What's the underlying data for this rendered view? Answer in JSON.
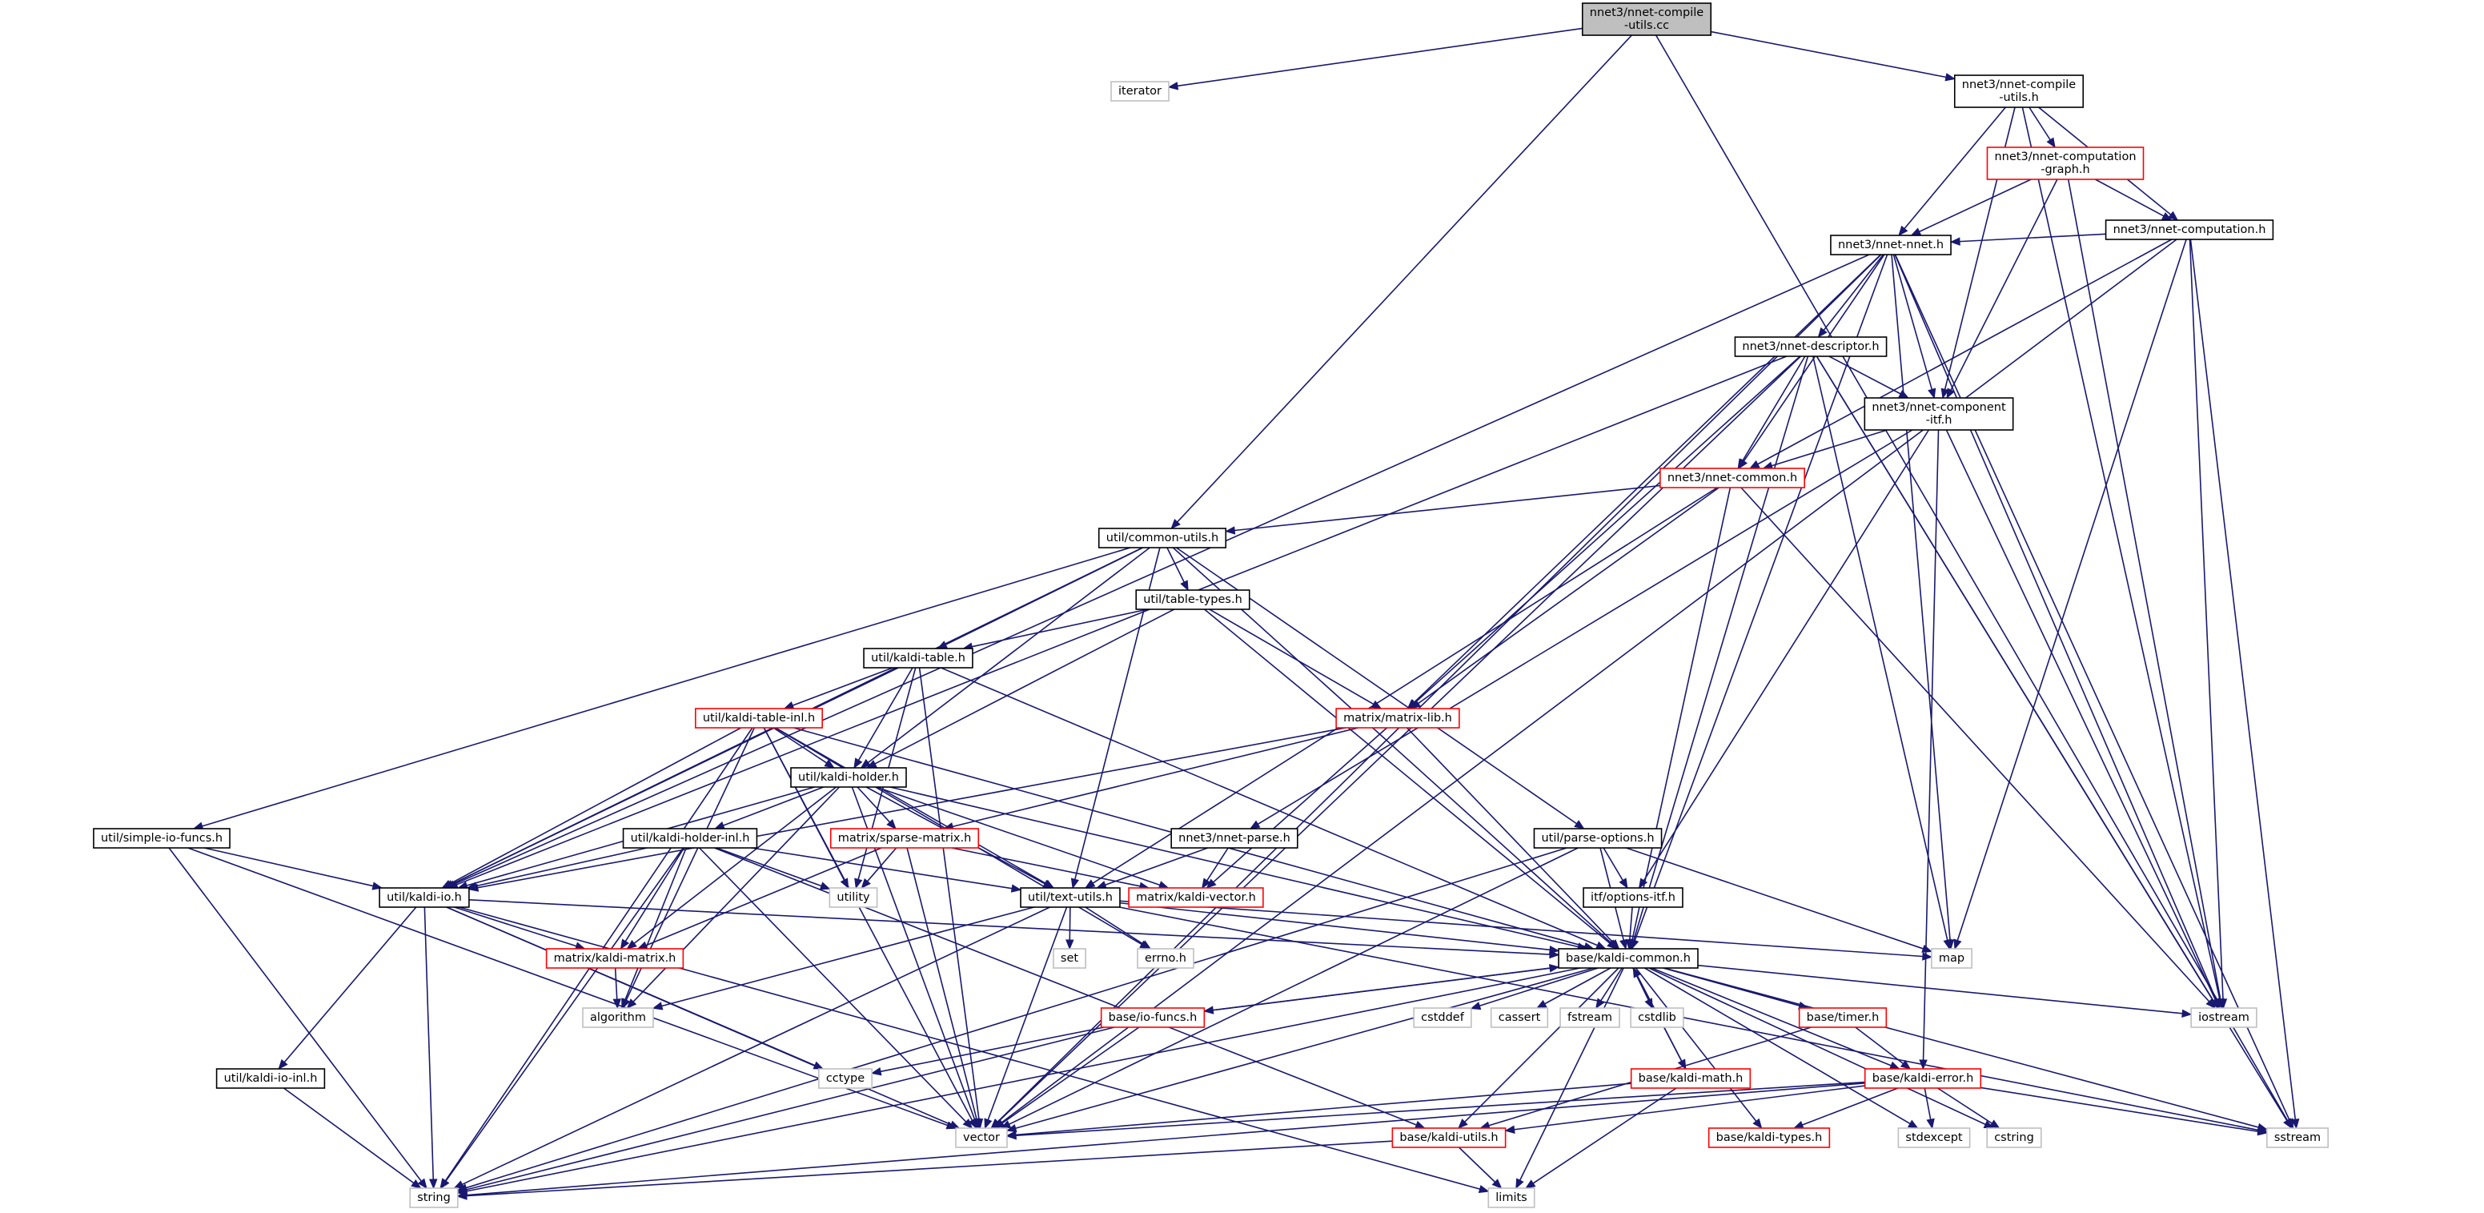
{
  "diagram": {
    "colors": {
      "edge": "#191970",
      "root_fill": "#bfbfbf",
      "root_border": "#000000",
      "normal_border": "#000000",
      "truncated_border": "#ff0000",
      "external_border": "#bfbfbf"
    },
    "nodes": [
      {
        "id": "root",
        "lines": [
          "nnet3/nnet-compile",
          "-utils.cc"
        ],
        "kind": "root"
      },
      {
        "id": "iterator",
        "lines": [
          "iterator"
        ],
        "kind": "external"
      },
      {
        "id": "ncu_h",
        "lines": [
          "nnet3/nnet-compile",
          "-utils.h"
        ],
        "kind": "normal"
      },
      {
        "id": "ncg_h",
        "lines": [
          "nnet3/nnet-computation",
          "-graph.h"
        ],
        "kind": "truncated"
      },
      {
        "id": "ncomp_h",
        "lines": [
          "nnet3/nnet-computation.h"
        ],
        "kind": "normal"
      },
      {
        "id": "nnet_h",
        "lines": [
          "nnet3/nnet-nnet.h"
        ],
        "kind": "normal"
      },
      {
        "id": "ndesc_h",
        "lines": [
          "nnet3/nnet-descriptor.h"
        ],
        "kind": "normal"
      },
      {
        "id": "ncitf_h",
        "lines": [
          "nnet3/nnet-component",
          "-itf.h"
        ],
        "kind": "normal"
      },
      {
        "id": "ncommon_h",
        "lines": [
          "nnet3/nnet-common.h"
        ],
        "kind": "truncated"
      },
      {
        "id": "cu_h",
        "lines": [
          "util/common-utils.h"
        ],
        "kind": "normal"
      },
      {
        "id": "tt_h",
        "lines": [
          "util/table-types.h"
        ],
        "kind": "normal"
      },
      {
        "id": "kt_h",
        "lines": [
          "util/kaldi-table.h"
        ],
        "kind": "normal"
      },
      {
        "id": "mlib_h",
        "lines": [
          "matrix/matrix-lib.h"
        ],
        "kind": "truncated"
      },
      {
        "id": "kti_h",
        "lines": [
          "util/kaldi-table-inl.h"
        ],
        "kind": "truncated"
      },
      {
        "id": "kh_h",
        "lines": [
          "util/kaldi-holder.h"
        ],
        "kind": "normal"
      },
      {
        "id": "sm_h",
        "lines": [
          "matrix/sparse-matrix.h"
        ],
        "kind": "truncated"
      },
      {
        "id": "nparse_h",
        "lines": [
          "nnet3/nnet-parse.h"
        ],
        "kind": "normal"
      },
      {
        "id": "po_h",
        "lines": [
          "util/parse-options.h"
        ],
        "kind": "normal"
      },
      {
        "id": "sif_h",
        "lines": [
          "util/simple-io-funcs.h"
        ],
        "kind": "normal"
      },
      {
        "id": "khi_h",
        "lines": [
          "util/kaldi-holder-inl.h"
        ],
        "kind": "normal"
      },
      {
        "id": "utility",
        "lines": [
          "utility"
        ],
        "kind": "external"
      },
      {
        "id": "mkv_h",
        "lines": [
          "matrix/kaldi-vector.h"
        ],
        "kind": "truncated"
      },
      {
        "id": "kio_h",
        "lines": [
          "util/kaldi-io.h"
        ],
        "kind": "normal"
      },
      {
        "id": "tu_h",
        "lines": [
          "util/text-utils.h"
        ],
        "kind": "normal"
      },
      {
        "id": "oitf_h",
        "lines": [
          "itf/options-itf.h"
        ],
        "kind": "normal"
      },
      {
        "id": "mkm_h",
        "lines": [
          "matrix/kaldi-matrix.h"
        ],
        "kind": "truncated"
      },
      {
        "id": "set",
        "lines": [
          "set"
        ],
        "kind": "external"
      },
      {
        "id": "errno_h",
        "lines": [
          "errno.h"
        ],
        "kind": "external"
      },
      {
        "id": "kc_h",
        "lines": [
          "base/kaldi-common.h"
        ],
        "kind": "normal"
      },
      {
        "id": "map",
        "lines": [
          "map"
        ],
        "kind": "external"
      },
      {
        "id": "algorithm",
        "lines": [
          "algorithm"
        ],
        "kind": "external"
      },
      {
        "id": "iof_h",
        "lines": [
          "base/io-funcs.h"
        ],
        "kind": "truncated"
      },
      {
        "id": "cstddef",
        "lines": [
          "cstddef"
        ],
        "kind": "external"
      },
      {
        "id": "cassert",
        "lines": [
          "cassert"
        ],
        "kind": "external"
      },
      {
        "id": "fstream",
        "lines": [
          "fstream"
        ],
        "kind": "external"
      },
      {
        "id": "cstdlib",
        "lines": [
          "cstdlib"
        ],
        "kind": "external"
      },
      {
        "id": "timer_h",
        "lines": [
          "base/timer.h"
        ],
        "kind": "truncated"
      },
      {
        "id": "iostream",
        "lines": [
          "iostream"
        ],
        "kind": "external"
      },
      {
        "id": "cctype",
        "lines": [
          "cctype"
        ],
        "kind": "external"
      },
      {
        "id": "kioi_h",
        "lines": [
          "util/kaldi-io-inl.h"
        ],
        "kind": "normal"
      },
      {
        "id": "kmath_h",
        "lines": [
          "base/kaldi-math.h"
        ],
        "kind": "truncated"
      },
      {
        "id": "kerr_h",
        "lines": [
          "base/kaldi-error.h"
        ],
        "kind": "truncated"
      },
      {
        "id": "vector",
        "lines": [
          "vector"
        ],
        "kind": "external"
      },
      {
        "id": "kutils_h",
        "lines": [
          "base/kaldi-utils.h"
        ],
        "kind": "truncated"
      },
      {
        "id": "ktypes_h",
        "lines": [
          "base/kaldi-types.h"
        ],
        "kind": "truncated"
      },
      {
        "id": "stdexcept",
        "lines": [
          "stdexcept"
        ],
        "kind": "external"
      },
      {
        "id": "cstring",
        "lines": [
          "cstring"
        ],
        "kind": "external"
      },
      {
        "id": "sstream",
        "lines": [
          "sstream"
        ],
        "kind": "external"
      },
      {
        "id": "string",
        "lines": [
          "string"
        ],
        "kind": "external"
      },
      {
        "id": "limits",
        "lines": [
          "limits"
        ],
        "kind": "external"
      }
    ],
    "edges": [
      [
        "root",
        "iterator"
      ],
      [
        "root",
        "cu_h"
      ],
      [
        "root",
        "ncu_h"
      ],
      [
        "root",
        "sstream"
      ],
      [
        "ncu_h",
        "ncg_h"
      ],
      [
        "ncu_h",
        "ncomp_h"
      ],
      [
        "ncu_h",
        "nnet_h"
      ],
      [
        "ncu_h",
        "ncitf_h"
      ],
      [
        "ncu_h",
        "iostream"
      ],
      [
        "ncg_h",
        "ncomp_h"
      ],
      [
        "ncg_h",
        "nnet_h"
      ],
      [
        "ncg_h",
        "ncitf_h"
      ],
      [
        "ncg_h",
        "iostream"
      ],
      [
        "ncomp_h",
        "nnet_h"
      ],
      [
        "ncomp_h",
        "ncommon_h"
      ],
      [
        "ncomp_h",
        "vector"
      ],
      [
        "ncomp_h",
        "map"
      ],
      [
        "ncomp_h",
        "iostream"
      ],
      [
        "ncomp_h",
        "sstream"
      ],
      [
        "nnet_h",
        "ndesc_h"
      ],
      [
        "nnet_h",
        "ncitf_h"
      ],
      [
        "nnet_h",
        "ncommon_h"
      ],
      [
        "nnet_h",
        "mlib_h"
      ],
      [
        "nnet_h",
        "kio_h"
      ],
      [
        "nnet_h",
        "kc_h"
      ],
      [
        "nnet_h",
        "map"
      ],
      [
        "nnet_h",
        "iostream"
      ],
      [
        "nnet_h",
        "sstream"
      ],
      [
        "nnet_h",
        "vector"
      ],
      [
        "ndesc_h",
        "ncitf_h"
      ],
      [
        "ndesc_h",
        "ncommon_h"
      ],
      [
        "ndesc_h",
        "mlib_h"
      ],
      [
        "ndesc_h",
        "kio_h"
      ],
      [
        "ndesc_h",
        "kc_h"
      ],
      [
        "ndesc_h",
        "vector"
      ],
      [
        "ndesc_h",
        "map"
      ],
      [
        "ndesc_h",
        "iostream"
      ],
      [
        "ndesc_h",
        "sstream"
      ],
      [
        "ncitf_h",
        "ncommon_h"
      ],
      [
        "ncitf_h",
        "nparse_h"
      ],
      [
        "ncitf_h",
        "oitf_h"
      ],
      [
        "ncitf_h",
        "kerr_h"
      ],
      [
        "ncitf_h",
        "iostream"
      ],
      [
        "ncommon_h",
        "cu_h"
      ],
      [
        "ncommon_h",
        "mlib_h"
      ],
      [
        "ncommon_h",
        "kc_h"
      ],
      [
        "ncommon_h",
        "tu_h"
      ],
      [
        "ncommon_h",
        "iostream"
      ],
      [
        "cu_h",
        "tt_h"
      ],
      [
        "cu_h",
        "kt_h"
      ],
      [
        "cu_h",
        "kh_h"
      ],
      [
        "cu_h",
        "kio_h"
      ],
      [
        "cu_h",
        "po_h"
      ],
      [
        "cu_h",
        "sif_h"
      ],
      [
        "cu_h",
        "tu_h"
      ],
      [
        "cu_h",
        "kc_h"
      ],
      [
        "tt_h",
        "kt_h"
      ],
      [
        "tt_h",
        "mlib_h"
      ],
      [
        "tt_h",
        "kh_h"
      ],
      [
        "tt_h",
        "kc_h"
      ],
      [
        "kt_h",
        "kti_h"
      ],
      [
        "kt_h",
        "kh_h"
      ],
      [
        "kt_h",
        "kio_h"
      ],
      [
        "kt_h",
        "utility"
      ],
      [
        "kt_h",
        "vector"
      ],
      [
        "kt_h",
        "kc_h"
      ],
      [
        "mlib_h",
        "mkv_h"
      ],
      [
        "mlib_h",
        "sm_h"
      ],
      [
        "mlib_h",
        "kc_h"
      ],
      [
        "mlib_h",
        "kio_h"
      ],
      [
        "kti_h",
        "kh_h"
      ],
      [
        "kti_h",
        "kio_h"
      ],
      [
        "kti_h",
        "tu_h"
      ],
      [
        "kti_h",
        "utility"
      ],
      [
        "kti_h",
        "errno_h"
      ],
      [
        "kti_h",
        "string"
      ],
      [
        "kti_h",
        "vector"
      ],
      [
        "kti_h",
        "algorithm"
      ],
      [
        "kti_h",
        "kc_h"
      ],
      [
        "kh_h",
        "khi_h"
      ],
      [
        "kh_h",
        "kio_h"
      ],
      [
        "kh_h",
        "sm_h"
      ],
      [
        "kh_h",
        "mkm_h"
      ],
      [
        "kh_h",
        "mkv_h"
      ],
      [
        "kh_h",
        "tu_h"
      ],
      [
        "kh_h",
        "algorithm"
      ],
      [
        "kh_h",
        "vector"
      ],
      [
        "kh_h",
        "kc_h"
      ],
      [
        "sm_h",
        "mkv_h"
      ],
      [
        "sm_h",
        "mkm_h"
      ],
      [
        "sm_h",
        "utility"
      ],
      [
        "sm_h",
        "vector"
      ],
      [
        "nparse_h",
        "tu_h"
      ],
      [
        "nparse_h",
        "mkv_h"
      ],
      [
        "po_h",
        "oitf_h"
      ],
      [
        "po_h",
        "kc_h"
      ],
      [
        "po_h",
        "map"
      ],
      [
        "po_h",
        "string"
      ],
      [
        "po_h",
        "vector"
      ],
      [
        "sif_h",
        "kio_h"
      ],
      [
        "sif_h",
        "string"
      ],
      [
        "sif_h",
        "vector"
      ],
      [
        "khi_h",
        "kio_h"
      ],
      [
        "khi_h",
        "tu_h"
      ],
      [
        "khi_h",
        "mkm_h"
      ],
      [
        "khi_h",
        "utility"
      ],
      [
        "khi_h",
        "algorithm"
      ],
      [
        "khi_h",
        "string"
      ],
      [
        "khi_h",
        "vector"
      ],
      [
        "khi_h",
        "kutils_h"
      ],
      [
        "kio_h",
        "kioi_h"
      ],
      [
        "kio_h",
        "mkm_h"
      ],
      [
        "kio_h",
        "kc_h"
      ],
      [
        "kio_h",
        "cctype"
      ],
      [
        "kio_h",
        "limits"
      ],
      [
        "kio_h",
        "string"
      ],
      [
        "kio_h",
        "vector"
      ],
      [
        "kioi_h",
        "string"
      ],
      [
        "tu_h",
        "set"
      ],
      [
        "tu_h",
        "errno_h"
      ],
      [
        "tu_h",
        "kc_h"
      ],
      [
        "tu_h",
        "map"
      ],
      [
        "tu_h",
        "string"
      ],
      [
        "tu_h",
        "vector"
      ],
      [
        "tu_h",
        "algorithm"
      ],
      [
        "tu_h",
        "sstream"
      ],
      [
        "oitf_h",
        "kc_h"
      ],
      [
        "mkm_h",
        "algorithm"
      ],
      [
        "kc_h",
        "cstddef"
      ],
      [
        "kc_h",
        "cassert"
      ],
      [
        "kc_h",
        "fstream"
      ],
      [
        "kc_h",
        "cstdlib"
      ],
      [
        "kc_h",
        "iof_h"
      ],
      [
        "kc_h",
        "timer_h"
      ],
      [
        "kc_h",
        "kmath_h"
      ],
      [
        "kc_h",
        "kerr_h"
      ],
      [
        "kc_h",
        "kutils_h"
      ],
      [
        "kc_h",
        "ktypes_h"
      ],
      [
        "kc_h",
        "stdexcept"
      ],
      [
        "kc_h",
        "cstring"
      ],
      [
        "kc_h",
        "sstream"
      ],
      [
        "kc_h",
        "limits"
      ],
      [
        "kc_h",
        "iostream"
      ],
      [
        "kc_h",
        "string"
      ],
      [
        "kc_h",
        "vector"
      ],
      [
        "iof_h",
        "cctype"
      ],
      [
        "iof_h",
        "string"
      ],
      [
        "iof_h",
        "vector"
      ],
      [
        "iof_h",
        "kc_h"
      ],
      [
        "timer_h",
        "kerr_h"
      ],
      [
        "timer_h",
        "kutils_h"
      ],
      [
        "kmath_h",
        "kc_h"
      ],
      [
        "kmath_h",
        "limits"
      ],
      [
        "kmath_h",
        "vector"
      ],
      [
        "kerr_h",
        "ktypes_h"
      ],
      [
        "kerr_h",
        "kutils_h"
      ],
      [
        "kerr_h",
        "stdexcept"
      ],
      [
        "kerr_h",
        "cstring"
      ],
      [
        "kerr_h",
        "sstream"
      ],
      [
        "kerr_h",
        "string"
      ],
      [
        "kerr_h",
        "vector"
      ],
      [
        "kutils_h",
        "limits"
      ],
      [
        "kutils_h",
        "string"
      ]
    ]
  }
}
